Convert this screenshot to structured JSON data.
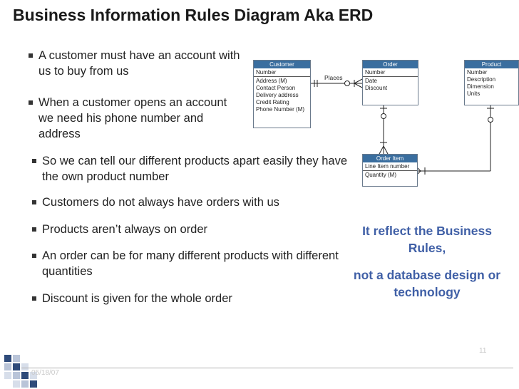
{
  "title": "Business Information Rules Diagram Aka ERD",
  "bullets": [
    "A customer must have an account with us to buy from us",
    "When a customer opens an account we need his phone number and address",
    "So we can tell our different products apart easily they have the own product number",
    "Customers do not always have orders with us",
    "Products aren’t always on order",
    "An order can be for many different products with different quantities",
    "Discount is given for the whole order"
  ],
  "erd": {
    "entities": [
      {
        "name": "Customer",
        "key": "Number",
        "attributes": [
          "Address (M)",
          "Contact Person",
          "Delivery address",
          "Credit Rating",
          "Phone Number (M)"
        ]
      },
      {
        "name": "Order",
        "key": "Number",
        "attributes": [
          "Date",
          "Discount"
        ]
      },
      {
        "name": "Product",
        "key": "Number",
        "attributes": [
          "Description",
          "Dimension",
          "Units"
        ]
      },
      {
        "name": "Order Item",
        "key": "Line Item number",
        "attributes": [
          "Quantity (M)"
        ]
      }
    ],
    "relationship_label": "Places"
  },
  "callout": {
    "line1": "It reflect the Business Rules,",
    "line2": "not a database design or technology"
  },
  "footer": {
    "date": "05/18/07",
    "page": "11"
  }
}
